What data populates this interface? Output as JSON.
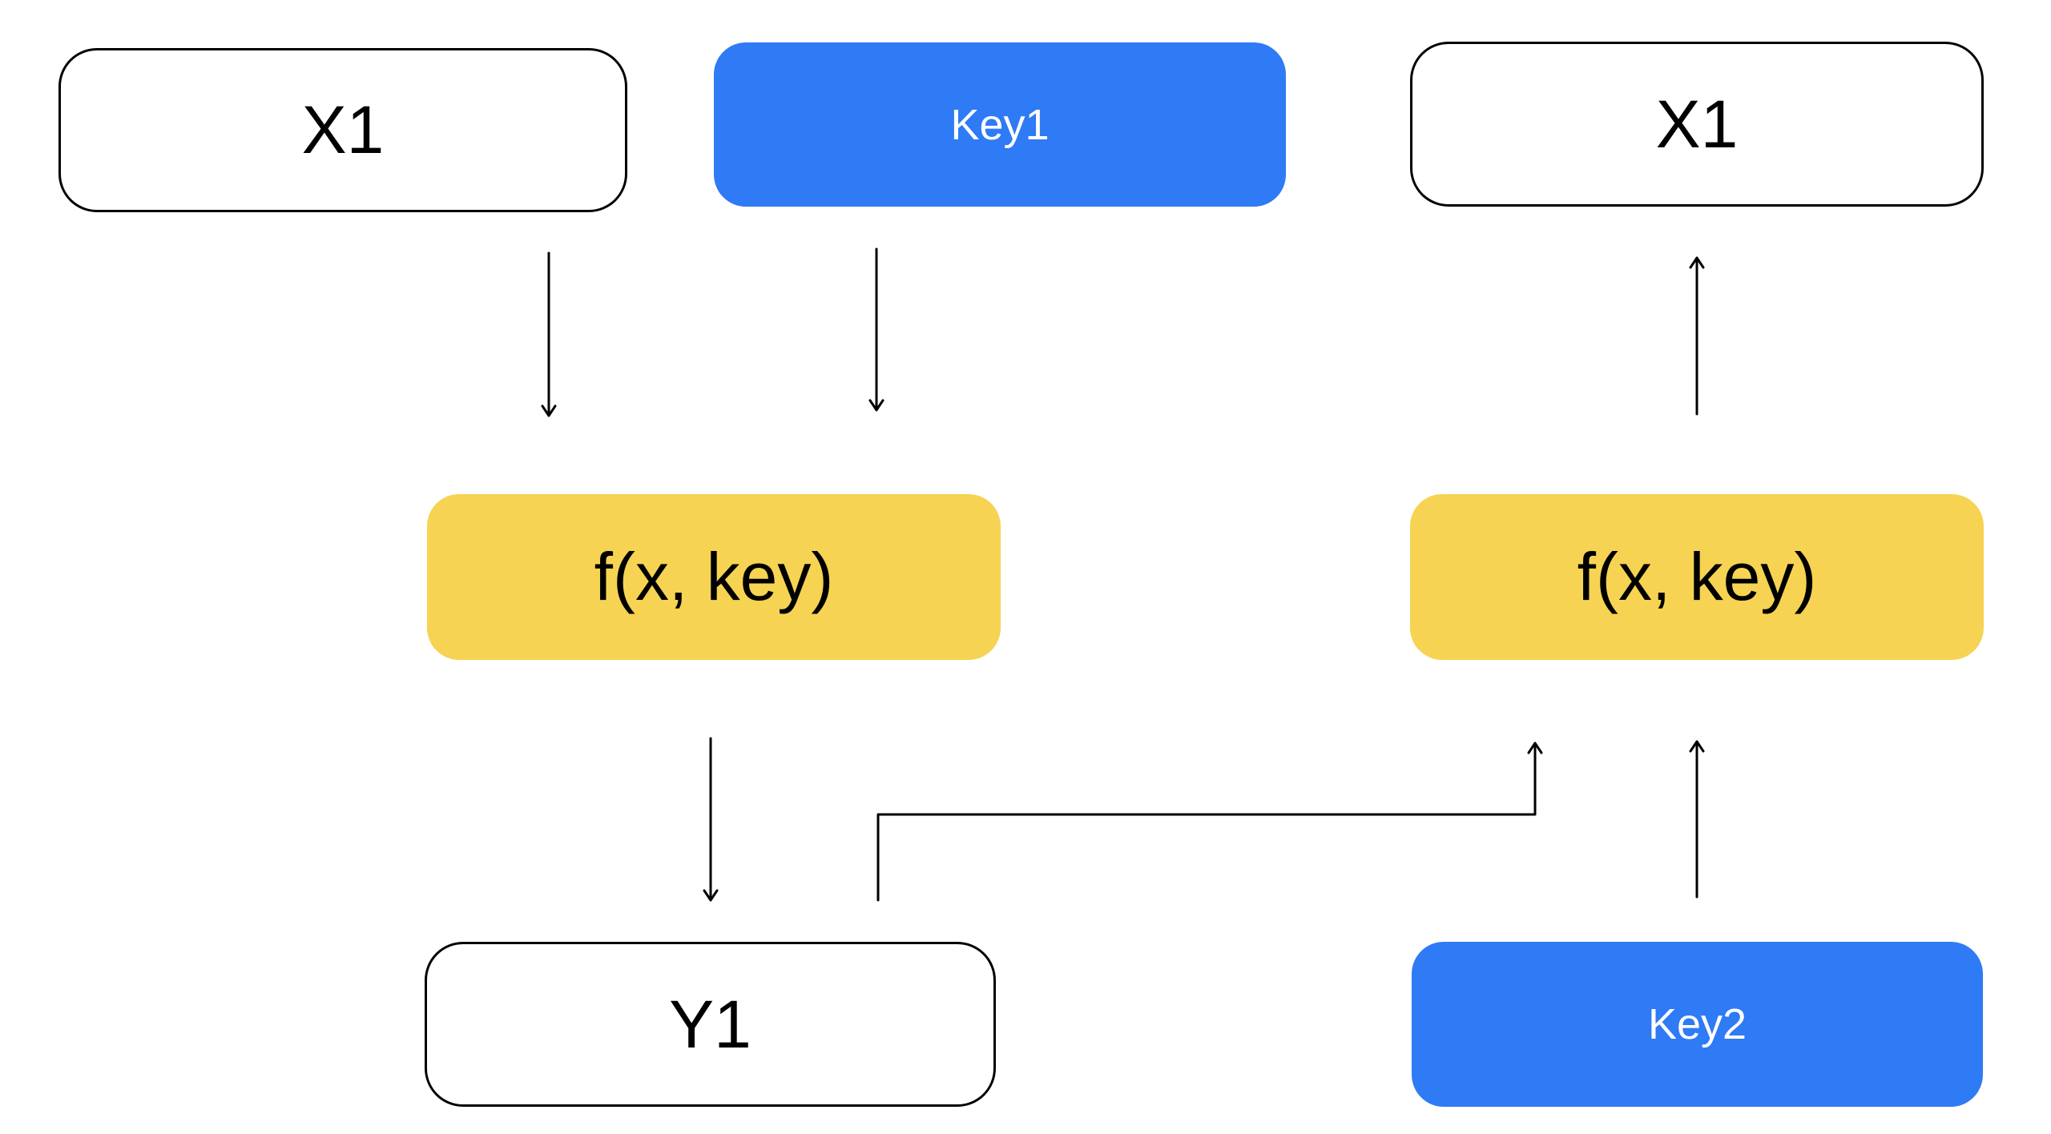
{
  "colors": {
    "key_fill": "#2F7AF5",
    "function_fill": "#F6D352",
    "outline": "#000000",
    "background": "#ffffff"
  },
  "left": {
    "input": "X1",
    "key": "Key1",
    "function": "f(x, key)",
    "output": "Y1"
  },
  "right": {
    "output": "X1",
    "function": "f(x, key)",
    "key": "Key2"
  }
}
